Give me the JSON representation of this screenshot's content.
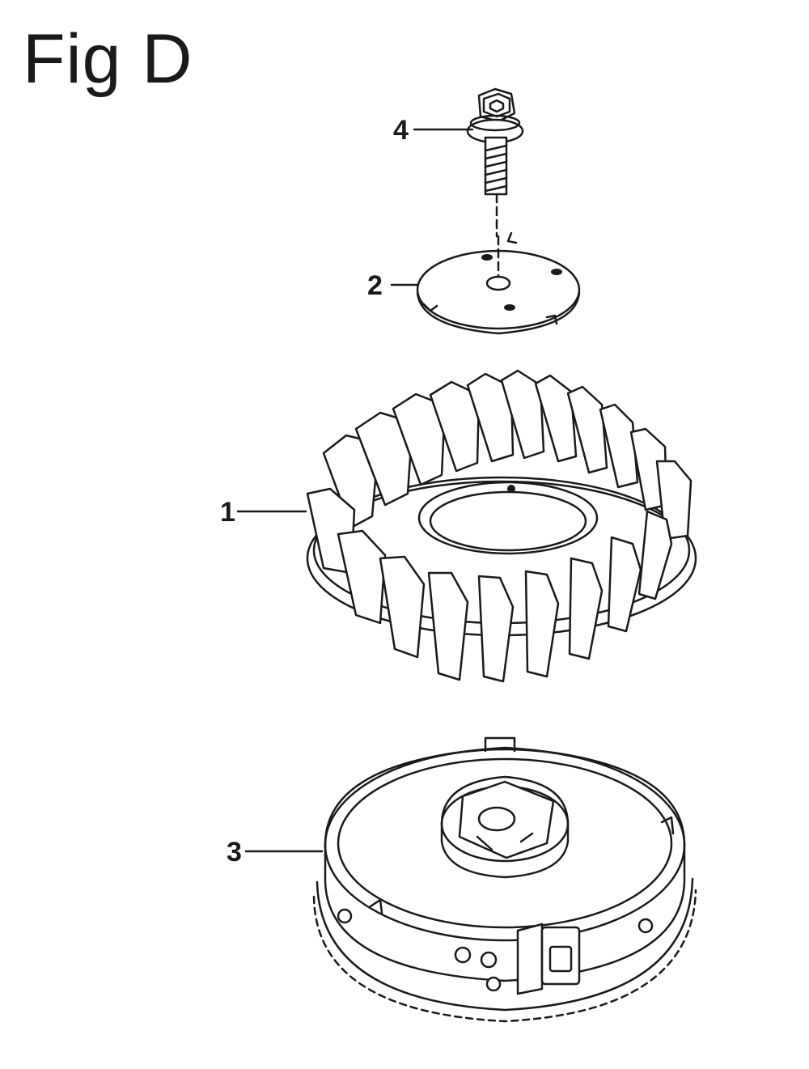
{
  "figure": {
    "title": "Fig D"
  },
  "parts": [
    {
      "callout": "1",
      "icon": "cooling-fan-icon"
    },
    {
      "callout": "2",
      "icon": "fan-plate-icon"
    },
    {
      "callout": "3",
      "icon": "flywheel-icon"
    },
    {
      "callout": "4",
      "icon": "flange-bolt-icon"
    }
  ],
  "colors": {
    "ink": "#1a1a1a",
    "paper": "#ffffff"
  }
}
